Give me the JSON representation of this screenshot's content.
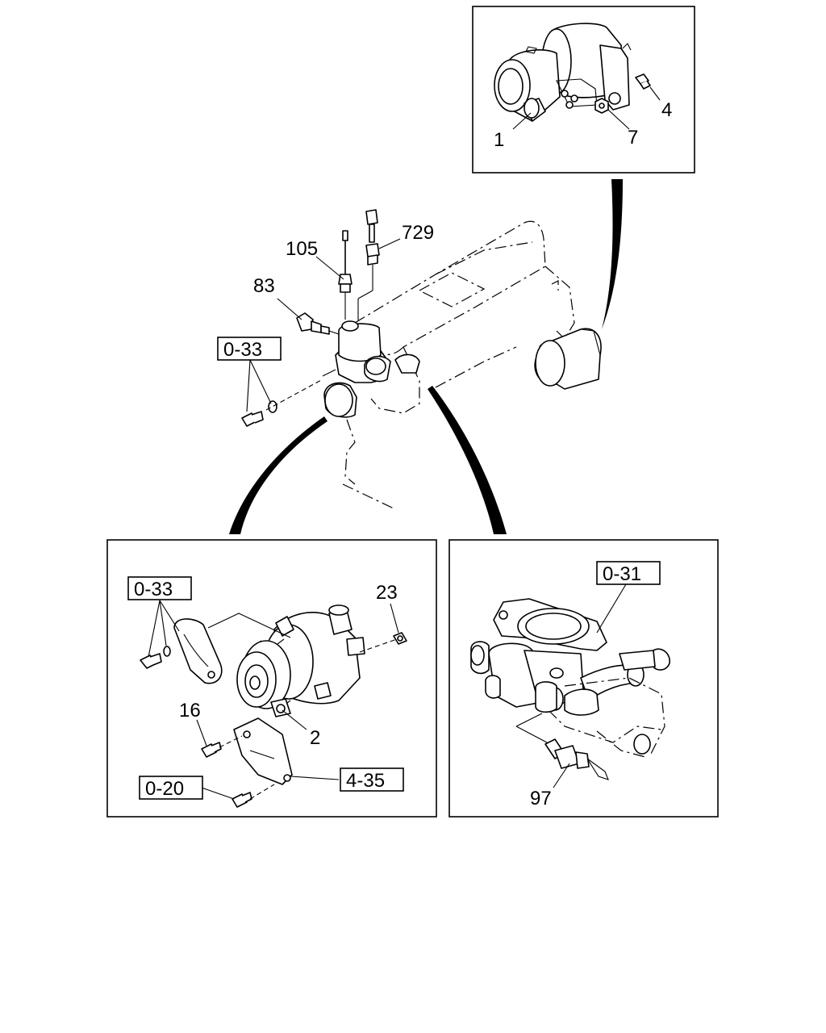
{
  "callouts": {
    "starter_motor": "1",
    "starter_bolt": "4",
    "starter_nut": "7",
    "water_temp_gauge_unit": "105",
    "thermo_switch": "729",
    "thermo_sensor": "83",
    "generator": "2",
    "generator_nut": "23",
    "generator_bolt": "16",
    "temp_sensor": "97"
  },
  "reference_boxes": {
    "engine_bolt_washer": "0-33",
    "generator_bolt_washer": "0-33",
    "bracket_bolt": "0-20",
    "generator_bracket": "4-35",
    "thermostat_housing": "0-31"
  }
}
